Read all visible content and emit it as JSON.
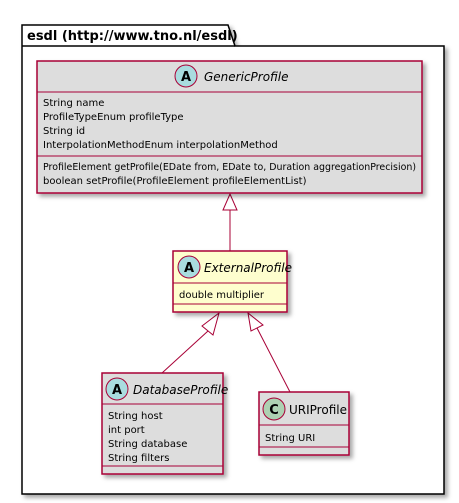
{
  "package": {
    "label": "esdl (http://www.tno.nl/esdl)"
  },
  "classes": {
    "generic_profile": {
      "stereotype": "A",
      "name": "GenericProfile",
      "attributes": [
        "String name",
        "ProfileTypeEnum profileType",
        "String id",
        "InterpolationMethodEnum interpolationMethod"
      ],
      "methods": [
        "ProfileElement getProfile(EDate from, EDate to, Duration aggregationPrecision)",
        "boolean setProfile(ProfileElement profileElementList)"
      ]
    },
    "external_profile": {
      "stereotype": "A",
      "name": "ExternalProfile",
      "attributes": [
        "double multiplier"
      ]
    },
    "database_profile": {
      "stereotype": "A",
      "name": "DatabaseProfile",
      "attributes": [
        "String host",
        "int port",
        "String database",
        "String filters"
      ]
    },
    "uri_profile": {
      "stereotype": "C",
      "name": "URIProfile",
      "attributes": [
        "String URI"
      ]
    }
  },
  "colors": {
    "border": "#A80036",
    "abstract_fill": "#DDDDDD",
    "highlight_fill": "#FEFECE",
    "abstract_circle": "#A9DCDF",
    "class_circle": "#ADD1B2",
    "package_border": "#000000"
  }
}
